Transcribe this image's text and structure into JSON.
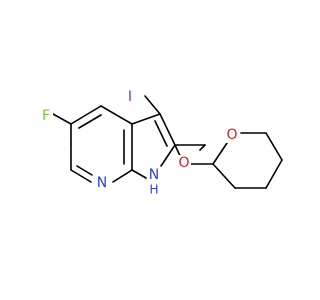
{
  "structure": {
    "atoms": {
      "fluorine": "F",
      "iodine": "I",
      "pyridine_nitrogen": "N",
      "pyrrole_nitrogen": "N",
      "pyrrole_hydrogen": "H",
      "ether_oxygen": "O",
      "ring_oxygen": "O"
    },
    "colors": {
      "fluorine": "#7fbf3f",
      "iodine": "#8b2be2",
      "nitrogen": "#2f3fd6",
      "oxygen": "#e02020",
      "bond": "#000000"
    }
  }
}
